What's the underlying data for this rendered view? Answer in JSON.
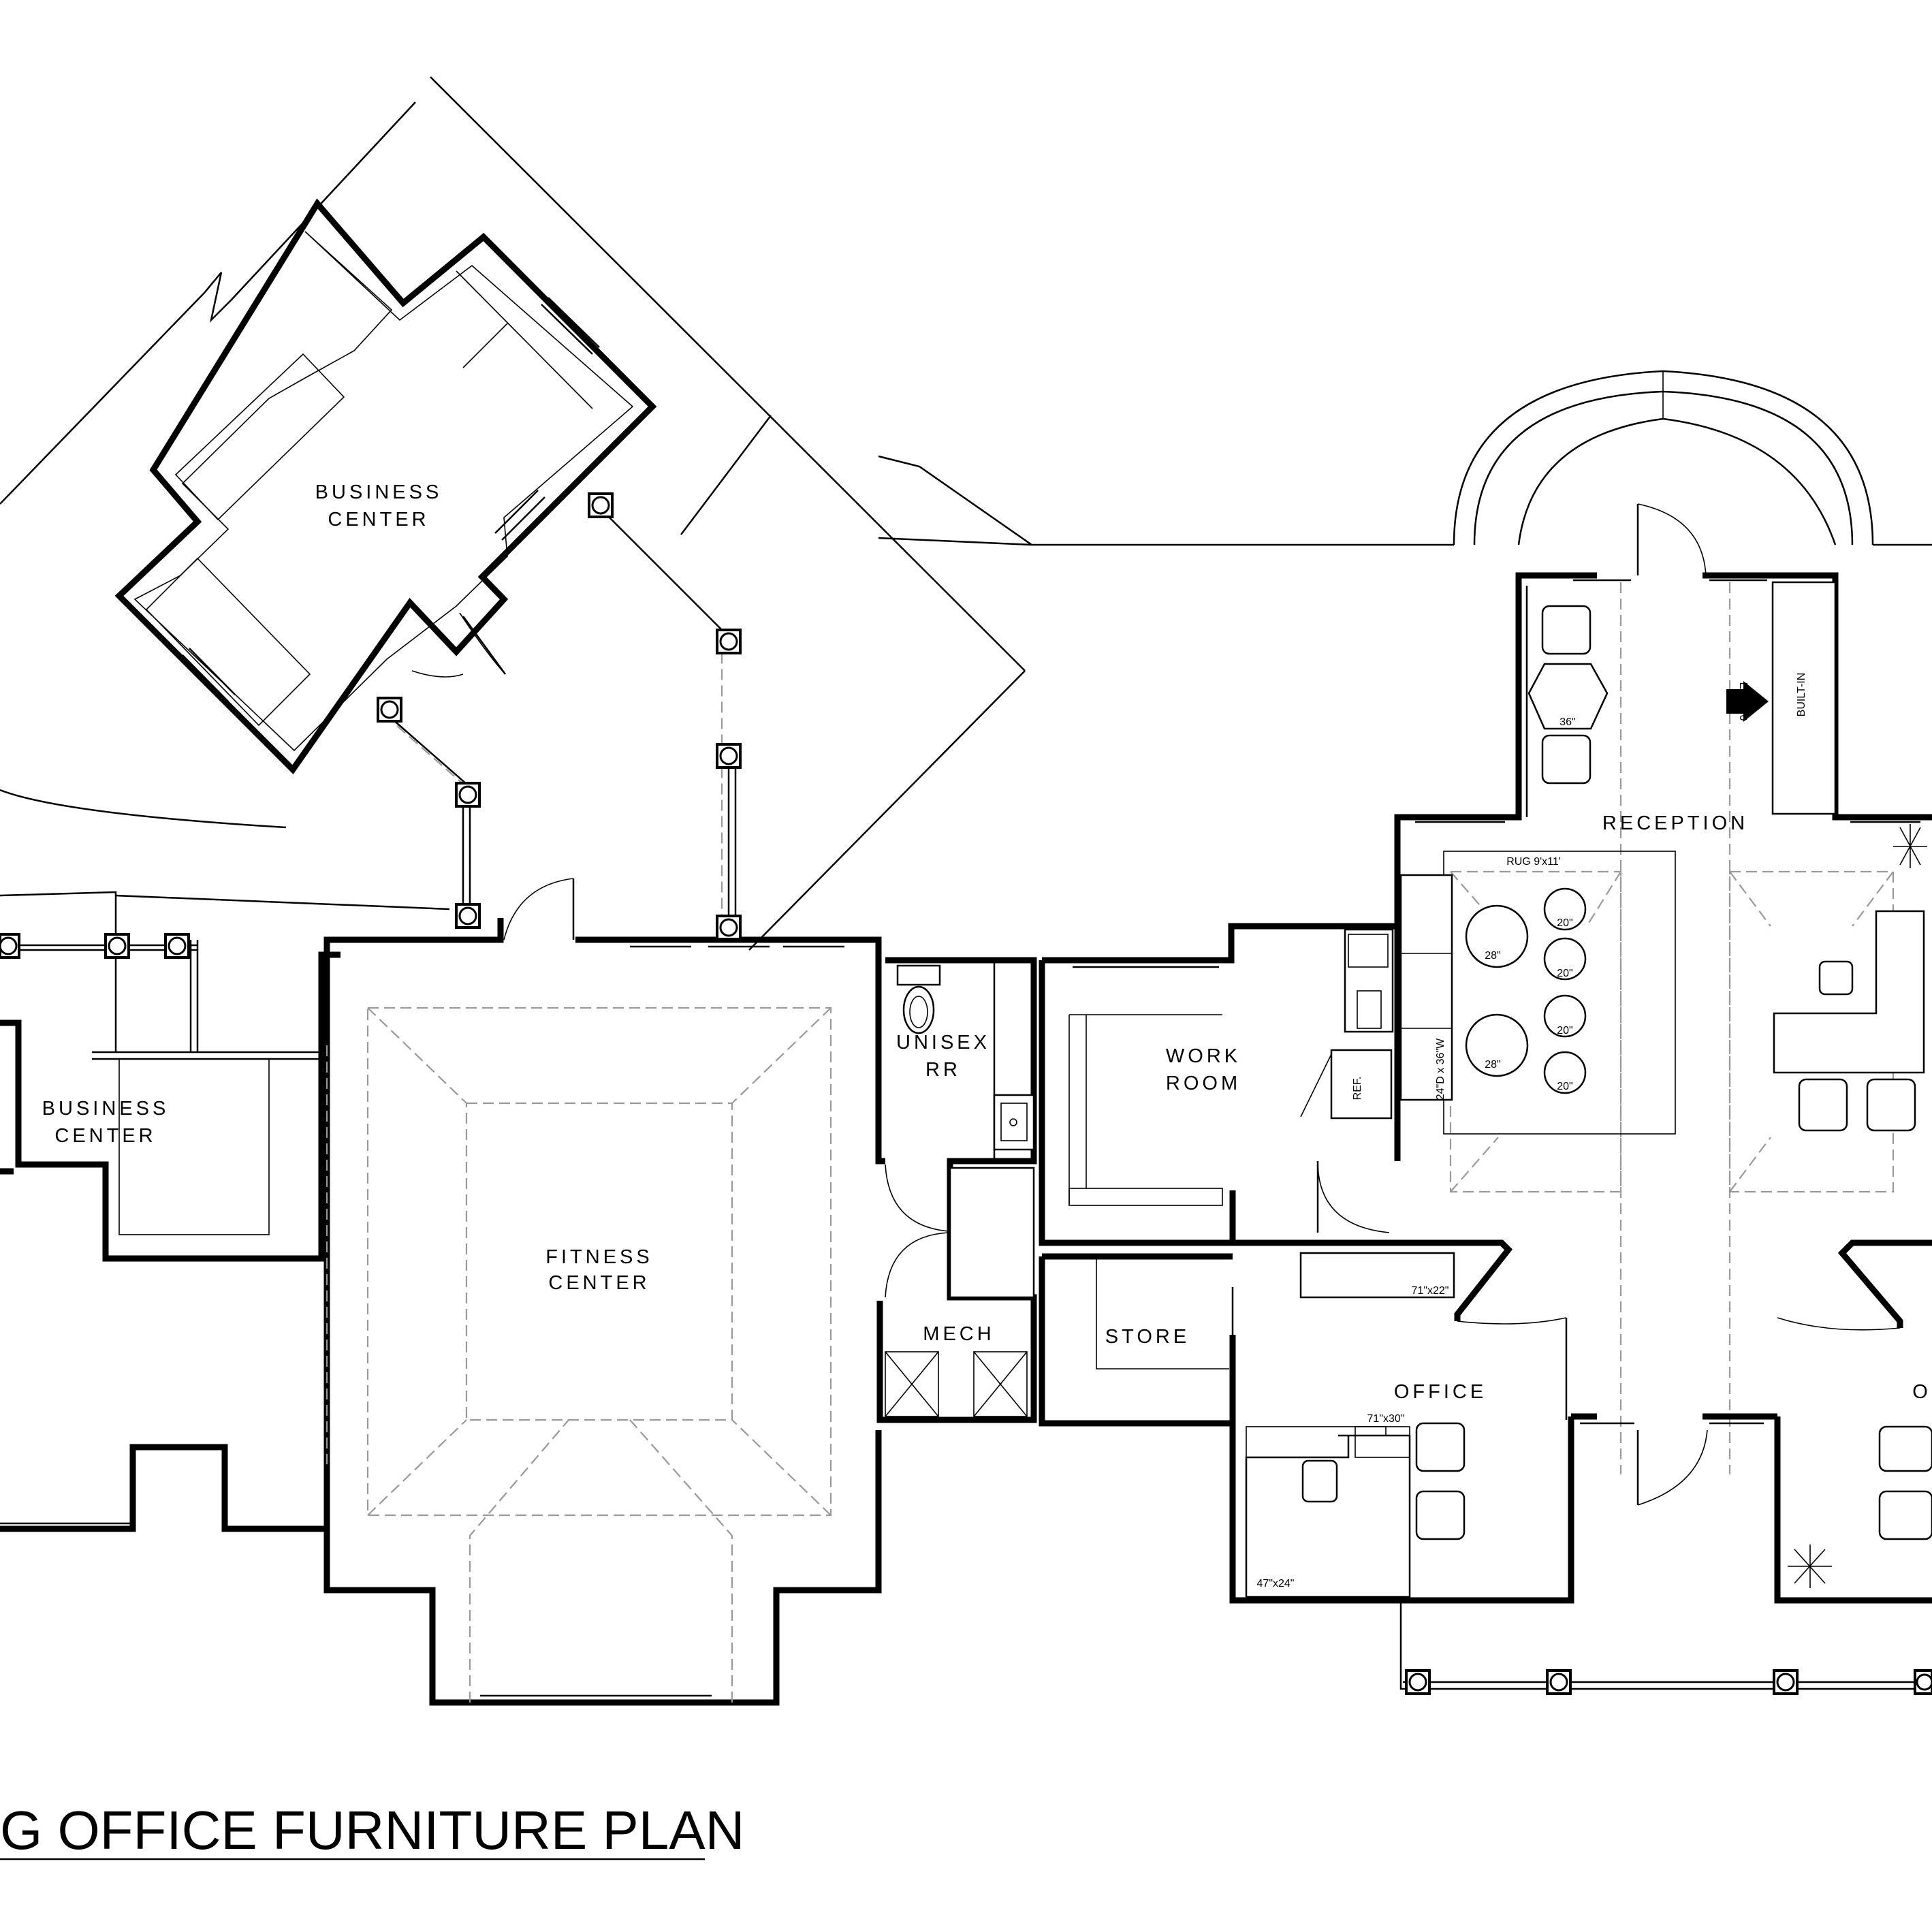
{
  "plan_title": "G OFFICE FURNITURE PLAN",
  "rooms": {
    "business_center_upper": {
      "line1": "BUSINESS",
      "line2": "CENTER"
    },
    "business_center_lower": {
      "line1": "BUSINESS",
      "line2": "CENTER"
    },
    "fitness_center": {
      "line1": "FITNESS",
      "line2": "CENTER"
    },
    "unisex_rr": {
      "line1": "UNISEX",
      "line2": "RR"
    },
    "mech": "MECH",
    "work_room": {
      "line1": "WORK",
      "line2": "ROOM"
    },
    "store": "STORE",
    "office_left": "OFFICE",
    "office_right_partial": "O",
    "reception": "RECEPTION"
  },
  "annotations": {
    "rug": "RUG 9'x11'",
    "table_36": "36\"",
    "built_in": "BUILT-IN",
    "section_ref": "E1/A3.0",
    "ref": "REF.",
    "counter_dim": "24\"D x 36\"W",
    "table_28_a": "28\"",
    "table_28_b": "28\"",
    "stool_20_a": "20\"",
    "stool_20_b": "20\"",
    "stool_20_c": "20\"",
    "stool_20_d": "20\"",
    "desk_71x22": "71\"x22\"",
    "desk_71x30": "71\"x30\"",
    "desk_47x24": "47\"x24\""
  }
}
